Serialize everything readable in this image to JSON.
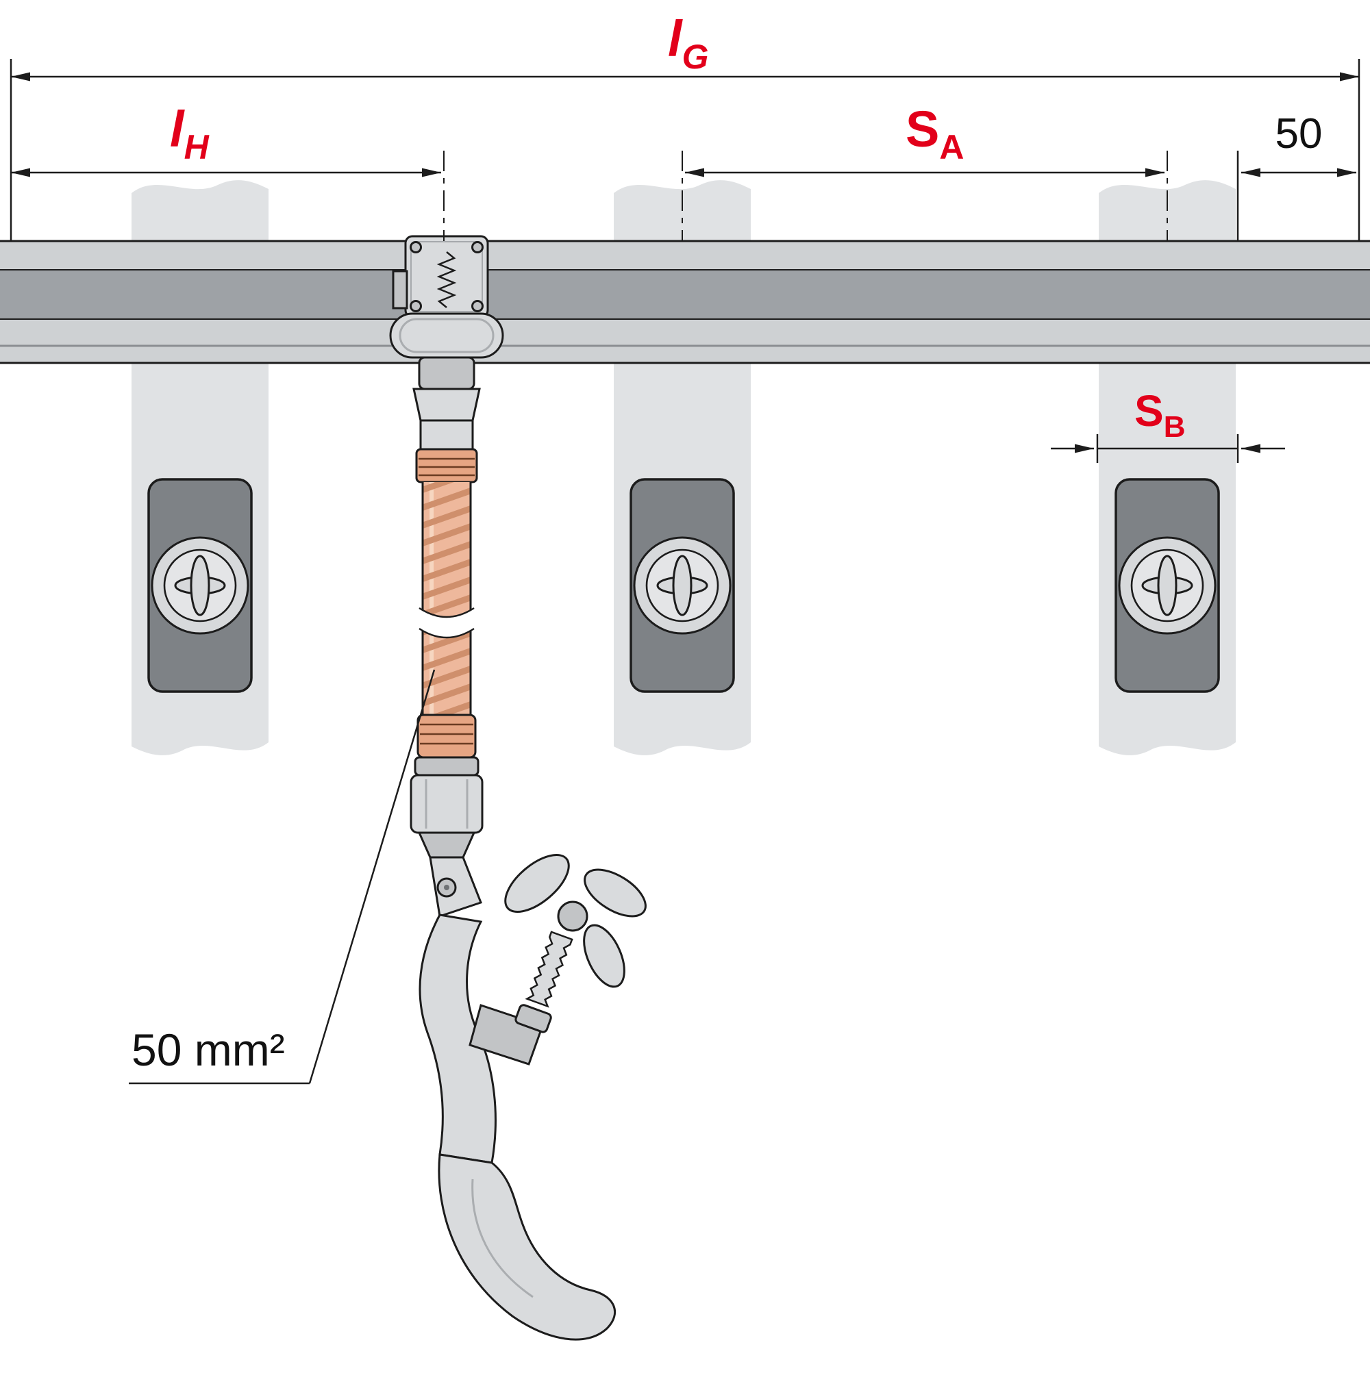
{
  "labels": {
    "lG": {
      "main": "l",
      "sub": "G"
    },
    "lH": {
      "main": "l",
      "sub": "H"
    },
    "sA": {
      "main": "S",
      "sub": "A"
    },
    "sB": {
      "main": "S",
      "sub": "B"
    },
    "end_offset": "50",
    "cable_cross_section": "50 mm²"
  },
  "colors": {
    "label_red": "#e2001a",
    "outline": "#1c1c1c",
    "post_gray": "#e0e2e4",
    "rail_light": "#ced1d3",
    "rail_dark": "#9ea2a6",
    "plate_dark": "#7e8286",
    "metal_light": "#d9dbdd",
    "metal_mid": "#c2c4c6",
    "copper": "#eeb89c",
    "copper_stripe": "#cf8f6c",
    "ferrule": "#e6a583"
  }
}
